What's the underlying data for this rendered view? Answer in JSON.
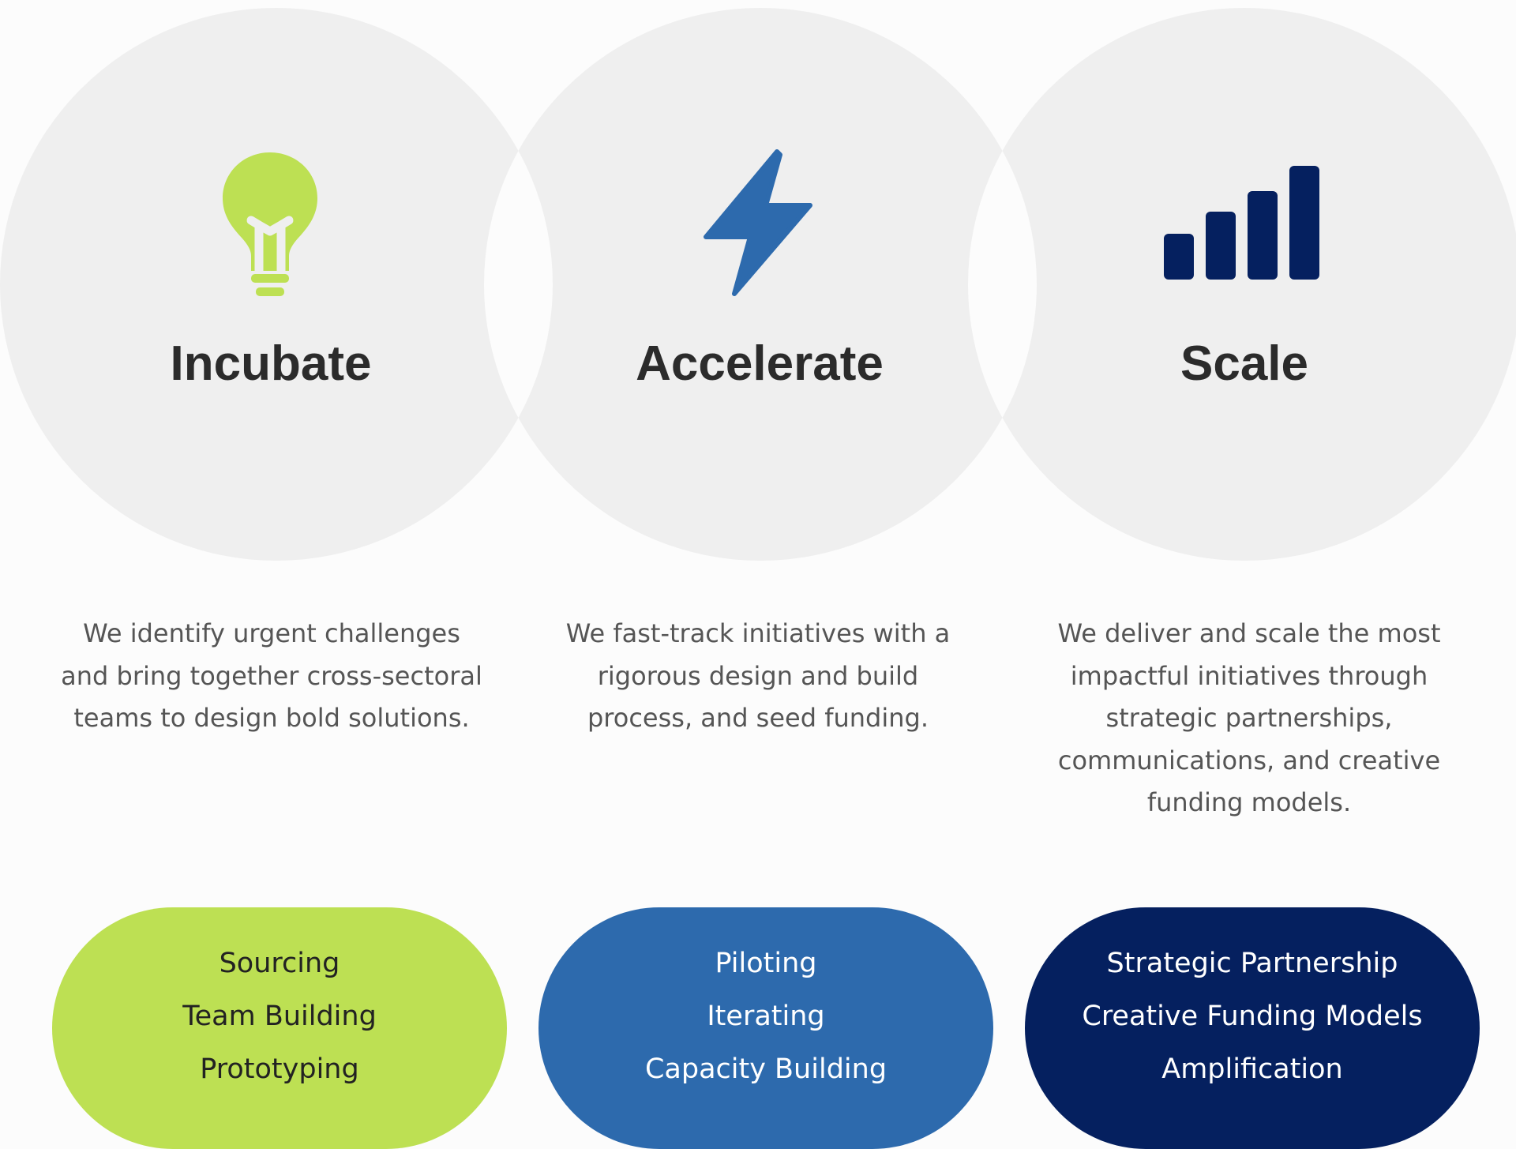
{
  "colors": {
    "circle_bg": "#efefef",
    "page_bg": "#fcfcfc",
    "green": "#bde053",
    "blue": "#2d6aad",
    "navy": "#05205f",
    "title_text": "#2b2b2b",
    "desc_text": "#555555"
  },
  "stages": [
    {
      "icon": "lightbulb-icon",
      "title": "Incubate",
      "description": "We identify urgent challenges and bring together cross-sectoral teams to design bold solutions.",
      "items": [
        "Sourcing",
        "Team Building",
        "Prototyping"
      ]
    },
    {
      "icon": "lightning-bolt-icon",
      "title": "Accelerate",
      "description": "We fast-track initiatives with a rigorous design and build process, and seed funding.",
      "items": [
        "Piloting",
        "Iterating",
        "Capacity Building"
      ]
    },
    {
      "icon": "signal-bars-icon",
      "title": "Scale",
      "description": "We deliver and scale the most impactful initiatives through strategic partnerships, communications, and creative funding models.",
      "items": [
        "Strategic Partnership",
        "Creative Funding Models",
        "Amplification"
      ]
    }
  ]
}
